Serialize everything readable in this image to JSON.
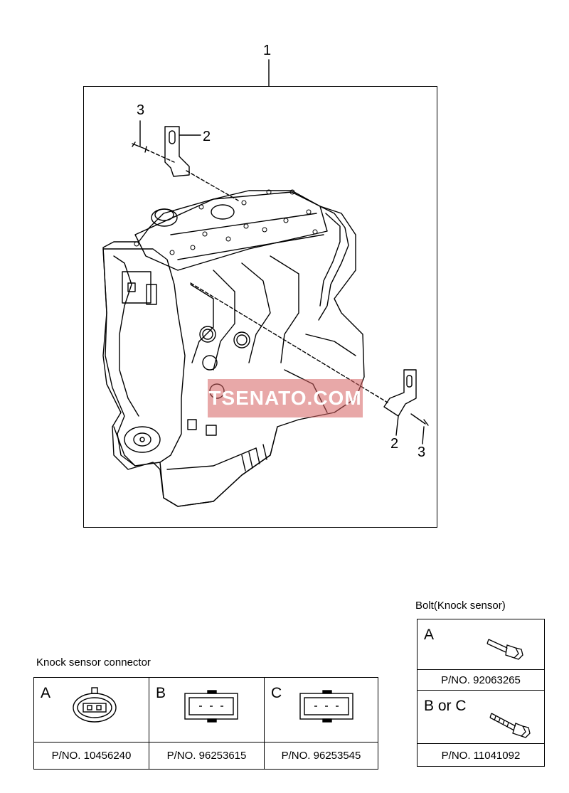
{
  "callouts": {
    "main": "1",
    "bracket_top": "2",
    "bolt_top": "3",
    "bracket_bottom": "2",
    "bolt_bottom": "3"
  },
  "watermark": "TSENATO.COM",
  "knock_sensor_connector": {
    "title": "Knock sensor connector",
    "items": [
      {
        "letter": "A",
        "pn": "P/NO. 10456240"
      },
      {
        "letter": "B",
        "pn": "P/NO. 96253615"
      },
      {
        "letter": "C",
        "pn": "P/NO. 96253545"
      }
    ]
  },
  "bolt_knock_sensor": {
    "title": "Bolt(Knock sensor)",
    "items": [
      {
        "letter": "A",
        "pn": "P/NO. 92063265"
      },
      {
        "letter": "B or C",
        "pn": "P/NO. 11041092"
      }
    ]
  }
}
